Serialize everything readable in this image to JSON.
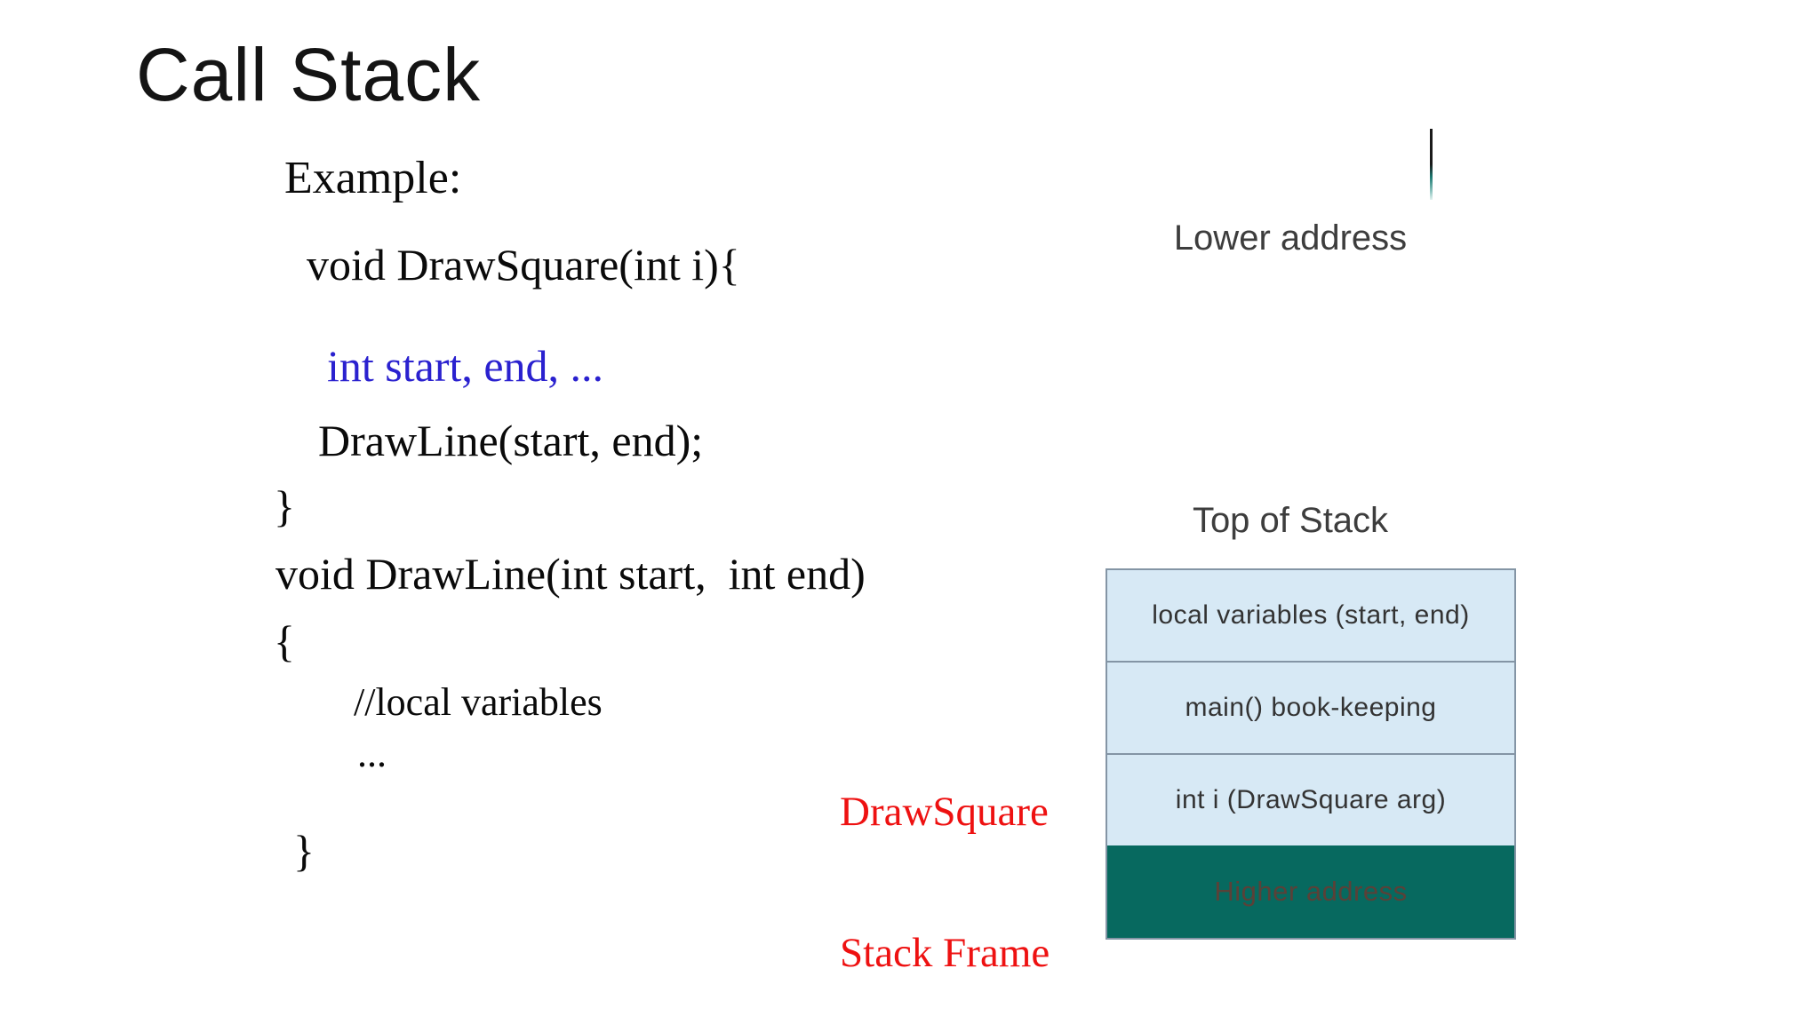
{
  "slide_title": "Call Stack",
  "example_heading": "Example:",
  "code": {
    "lines": [
      {
        "text": "void DrawSquare(int i){",
        "color": "black"
      },
      {
        "text": "int start, end, ...",
        "color": "#2a21cf"
      },
      {
        "text": "DrawLine(start, end);",
        "color": "black"
      },
      {
        "text": "}",
        "color": "black"
      },
      {
        "text": "void DrawLine(int start,  int end)",
        "color": "black"
      },
      {
        "text": "{",
        "color": "black"
      },
      {
        "text": "//local variables",
        "color": "black"
      },
      {
        "text": "...",
        "color": "black"
      },
      {
        "text": "}",
        "color": "black"
      }
    ]
  },
  "annotation": {
    "line1": "DrawSquare",
    "line2": "Stack Frame"
  },
  "memory_diagram": {
    "lower_address_label": "Lower address",
    "top_of_stack_label": "Top of Stack",
    "cells": [
      {
        "label": "local variables (start, end)"
      },
      {
        "label": "main() book-keeping"
      },
      {
        "label": "int i (DrawSquare arg)"
      }
    ],
    "base_cell_label": "Higher address"
  },
  "colors": {
    "title-black": "#141414",
    "code-blue": "#2a21cf",
    "annotation-red": "#ee1111",
    "cell-fill": "#d7e9f5",
    "cell-border": "#8495a5",
    "cell-text": "#333333",
    "base-fill": "#07695f",
    "base-text": "#5a4138",
    "label-gray": "#3d3d3d"
  }
}
